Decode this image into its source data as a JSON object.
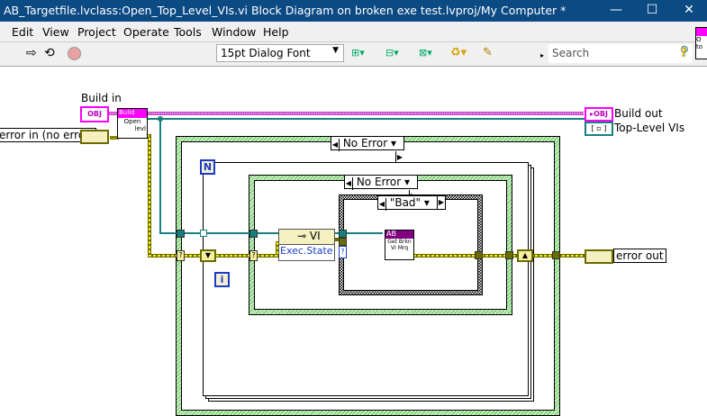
{
  "window": {
    "title": "AB_Targetfile.lvclass:Open_Top_Level_VIs.vi Block Diagram on broken exe test.lvproj/My Computer *",
    "minimize": "—",
    "maximize": "☐",
    "close": "✕"
  },
  "menu": [
    "Edit",
    "View",
    "Project",
    "Operate",
    "Tools",
    "Window",
    "Help"
  ],
  "toolbar": {
    "run_icon": "run-arrow-icon",
    "run_continuous_icon": "run-continuously-icon",
    "abort_icon": "abort-icon",
    "font": "15pt Dialog Font",
    "search_placeholder": "Search",
    "help": "?"
  },
  "diagram": {
    "build_in_label": "Build in",
    "obj_text": "OBJ",
    "error_in_label": "error in (no error)",
    "build_out_label": "Build out",
    "top_level_label": "Top-Level VIs",
    "error_out_label": "error out",
    "open_node": {
      "header": "Build",
      "line1": "Open",
      "line2": "levl"
    },
    "outer_case": "No Error",
    "loop_count": "N",
    "loop_index": "i",
    "inner_case": "No Error",
    "property_node": {
      "class": "VI",
      "property": "Exec.State"
    },
    "bad_case": "\"Bad\"",
    "subvi": {
      "header": "AB",
      "line1": "Get Brkn",
      "line2": "VI Mrq"
    }
  }
}
